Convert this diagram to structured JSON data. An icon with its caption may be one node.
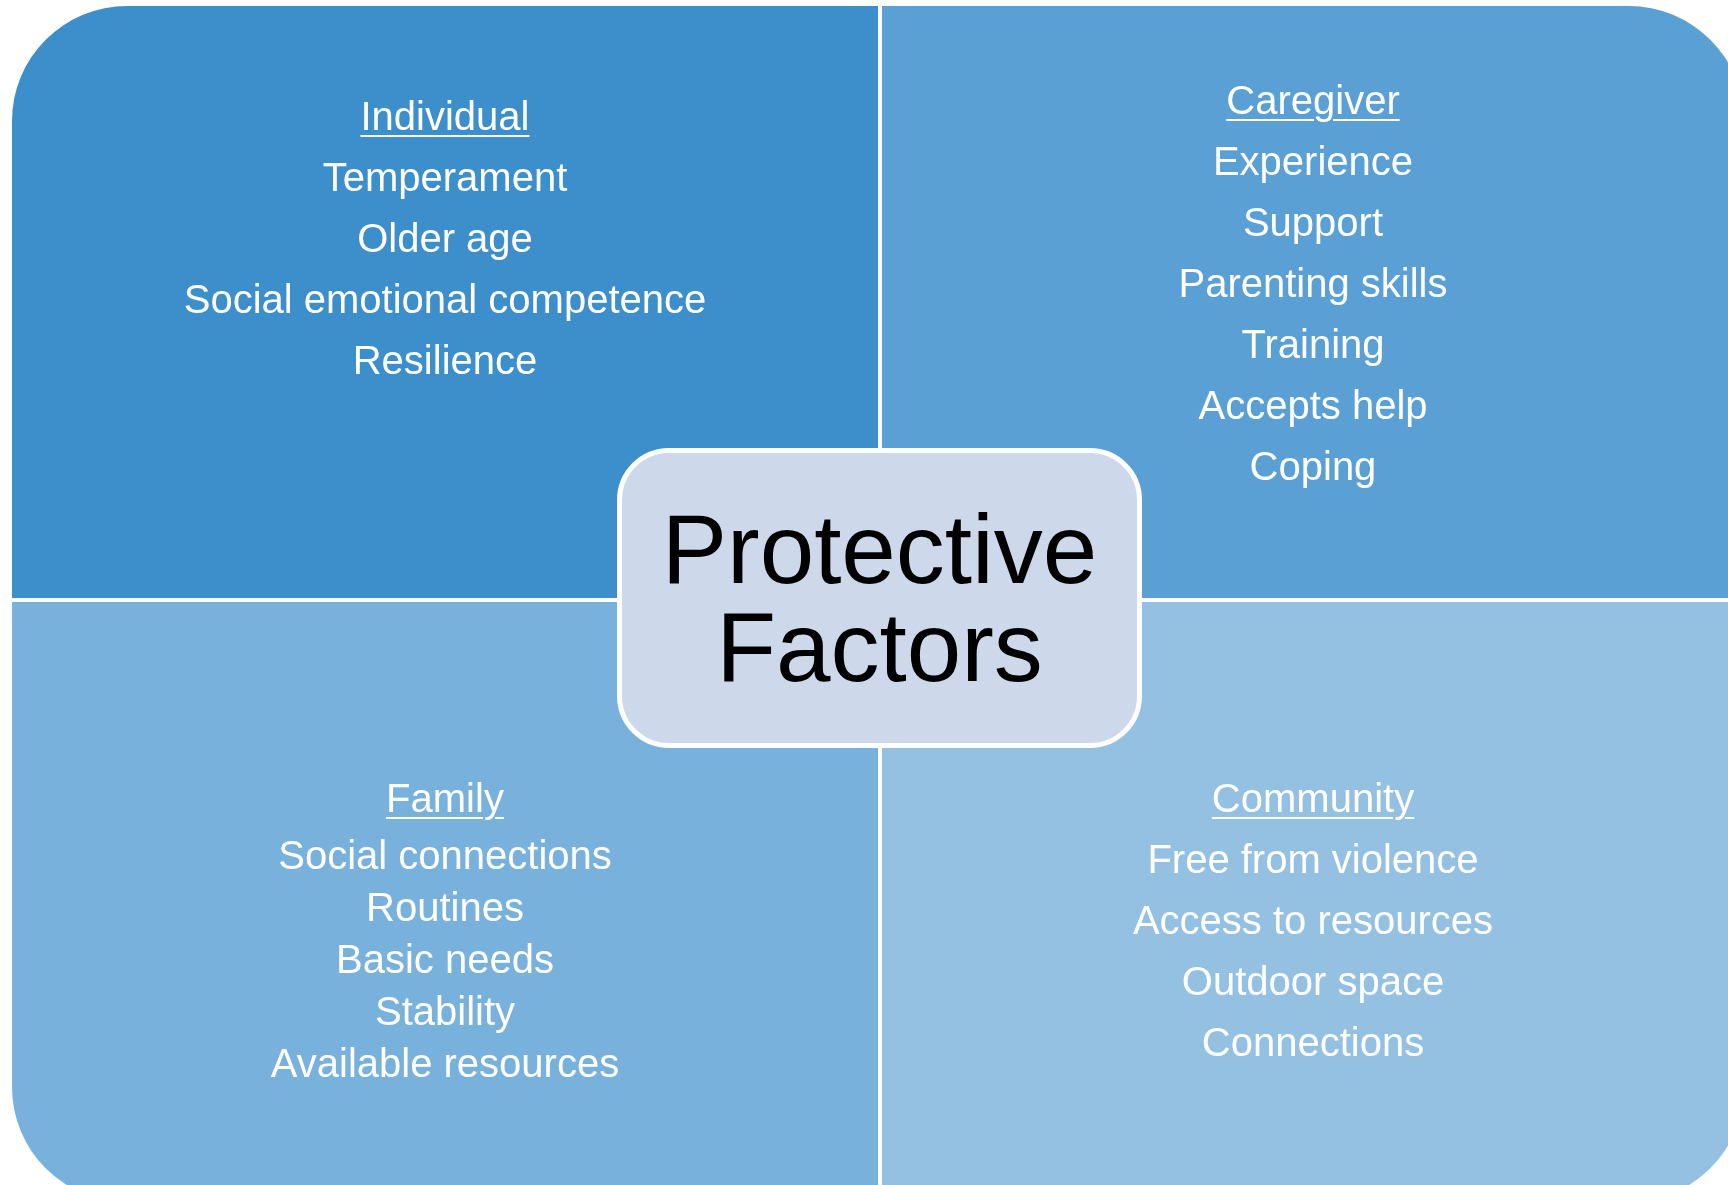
{
  "diagram": {
    "nodes": [
      {
        "text": [
          "Individual",
          "Temperament",
          "Older age",
          "Social emotional competence",
          "Resilience"
        ]
      },
      {
        "text": [
          "Caregiver",
          "Experience",
          "Support",
          "Parenting skills",
          "Training",
          "Accepts help",
          "Coping"
        ]
      },
      {
        "text": [
          "Protective Factors"
        ]
      },
      {
        "text": [
          "Family",
          "Social connections",
          "Routines",
          "Basic needs",
          "Stability",
          "Available resources"
        ]
      },
      {
        "text": [
          "Community",
          "Free from violence",
          "Access to resources",
          "Outdoor space",
          "Connections"
        ]
      }
    ]
  }
}
